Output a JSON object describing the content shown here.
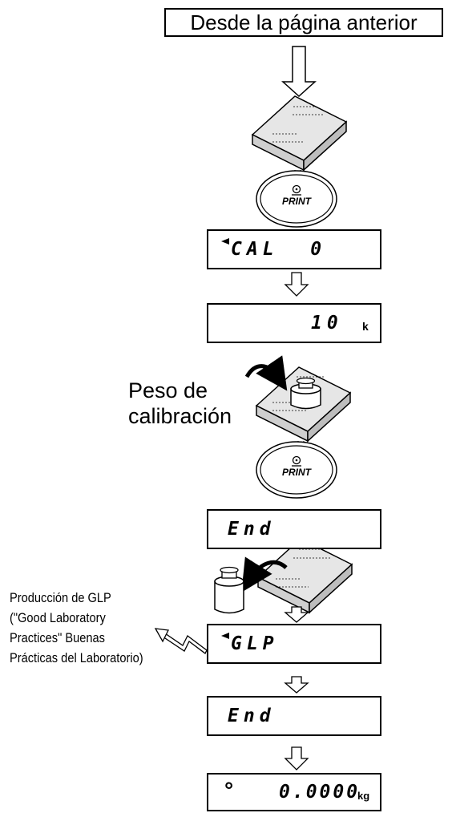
{
  "header": {
    "from_previous": "Desde la página anterior"
  },
  "buttons": {
    "print": "PRINT",
    "print_symbol": "⊙"
  },
  "displays": {
    "cal": {
      "text": "CAL  0",
      "indicator": true
    },
    "mass": {
      "value": "10",
      "unit": "k"
    },
    "end1": {
      "text": "End"
    },
    "glp": {
      "text": "GLP",
      "indicator": true
    },
    "end2": {
      "text": "End"
    },
    "zero": {
      "stability_mark": "°",
      "value": "0.0000",
      "unit": "kg"
    }
  },
  "labels": {
    "weight_line1": "Peso de",
    "weight_line2": "calibración",
    "glp_note": [
      "Producción de GLP",
      "(\"Good Laboratory",
      "Practices\" Buenas",
      "Prácticas del Laboratorio)"
    ]
  }
}
